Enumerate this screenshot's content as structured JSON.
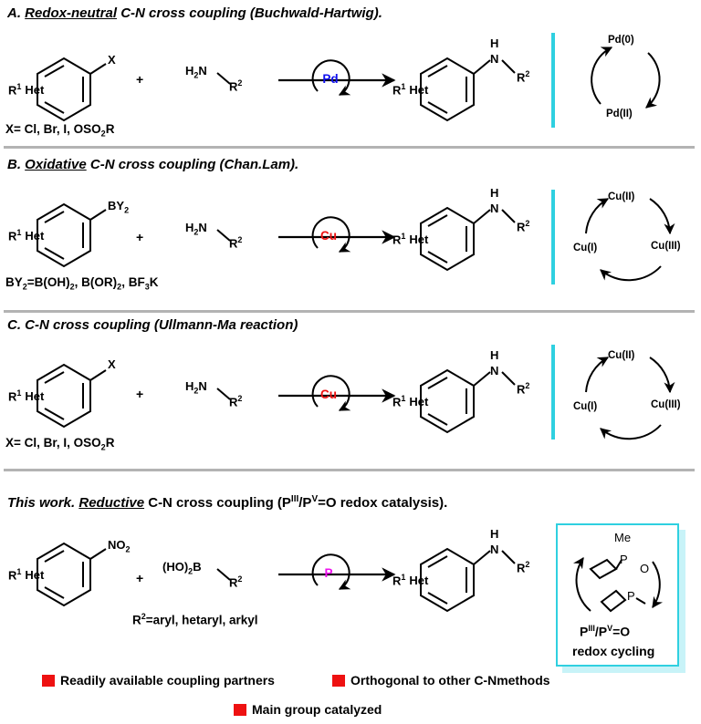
{
  "colors": {
    "cyan": "#2fd0e0",
    "red": "#ee1111",
    "blue": "#1010ee",
    "magenta": "#ee11ee",
    "gray": "#b3b3b3"
  },
  "labels": {
    "het": "Het",
    "r1": "R",
    "r1_sup": "1",
    "r2": "R",
    "r2_sup": "2",
    "nh": "H",
    "n": "N"
  },
  "sections": [
    {
      "title_prefix": "A. ",
      "title_underlined": "Redox-neutral",
      "title_suffix": " C-N cross coupling (Buchwald-Hartwig).",
      "substituent": "X",
      "catalyst": "Pd",
      "condition": "X= Cl, Br, I, OSO",
      "condition_sub": "2",
      "condition_end": "R",
      "cycle": [
        "Pd(0)",
        "Pd(II)"
      ]
    },
    {
      "title_prefix": "B. ",
      "title_underlined": "Oxidative",
      "title_suffix": " C-N cross coupling (Chan.Lam).",
      "substituent": "BY",
      "substituent_sub": "2",
      "catalyst": "Cu",
      "condition_parts": [
        "BY",
        "2",
        "=B(OH)",
        "2",
        ", B(OR)",
        "2",
        ", BF",
        "3",
        "K"
      ],
      "cycle": [
        "Cu(II)",
        "Cu(III)",
        "Cu(I)"
      ]
    },
    {
      "title": "C. C-N cross coupling (Ullmann-Ma reaction)",
      "substituent": "X",
      "catalyst": "Cu",
      "condition": "X= Cl, Br, I, OSO",
      "condition_sub": "2",
      "condition_end": "R",
      "cycle": [
        "Cu(II)",
        "Cu(III)",
        "Cu(I)"
      ]
    },
    {
      "title_italic": "This work. ",
      "title_underlined": "Reductive",
      "title_mid": " C-N cross coupling (P",
      "title_sup1": "III",
      "title_slash": "/P",
      "title_sup2": "V",
      "title_end": "=O redox catalysis).",
      "substituent": "NO",
      "substituent_sub": "2",
      "reagent_prefix": "(HO)",
      "reagent_sub": "2",
      "reagent_b": "B",
      "catalyst": "P",
      "r2_def_prefix": "R",
      "r2_def_sup": "2",
      "r2_def_rest": "=aryl, hetaryl, arkyl",
      "box": {
        "me": "Me",
        "p": "P",
        "o": "O",
        "label_p1": "P",
        "label_sup1": "III",
        "label_slash": "/P",
        "label_sup2": "V",
        "label_end": "=O",
        "caption": "redox cycling"
      }
    }
  ],
  "reagent": {
    "h2n": "H",
    "h2n_sub": "2",
    "h2n_n": "N"
  },
  "plus": "+",
  "legend": [
    "Readily available coupling partners",
    "Orthogonal to other C-Nmethods",
    "Main group catalyzed"
  ]
}
